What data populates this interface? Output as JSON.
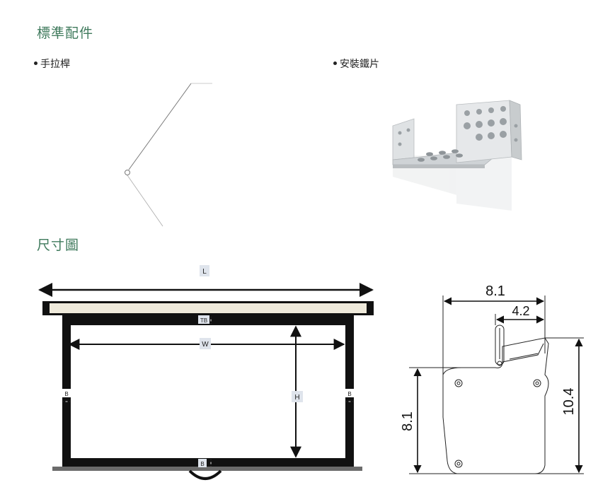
{
  "sections": {
    "accessories_title": "標準配件",
    "dimensions_title": "尺寸圖"
  },
  "accessories": {
    "pull_rod_label": "手拉桿",
    "bracket_label": "安裝鐵片"
  },
  "screen_diagram": {
    "labels": {
      "length": "L",
      "top_border": "TB",
      "width": "W",
      "height": "H",
      "border_left": "B",
      "border_right": "B",
      "border_bottom": "B"
    }
  },
  "side_diagram": {
    "dim_top_width": "8.1",
    "dim_inner_width": "4.2",
    "dim_left_height": "8.1",
    "dim_right_height": "10.4"
  },
  "colors": {
    "title_green": "#3f7a5c",
    "frame_black": "#111111",
    "housing_cream": "#efeadb",
    "label_box": "#dfe4ec"
  }
}
